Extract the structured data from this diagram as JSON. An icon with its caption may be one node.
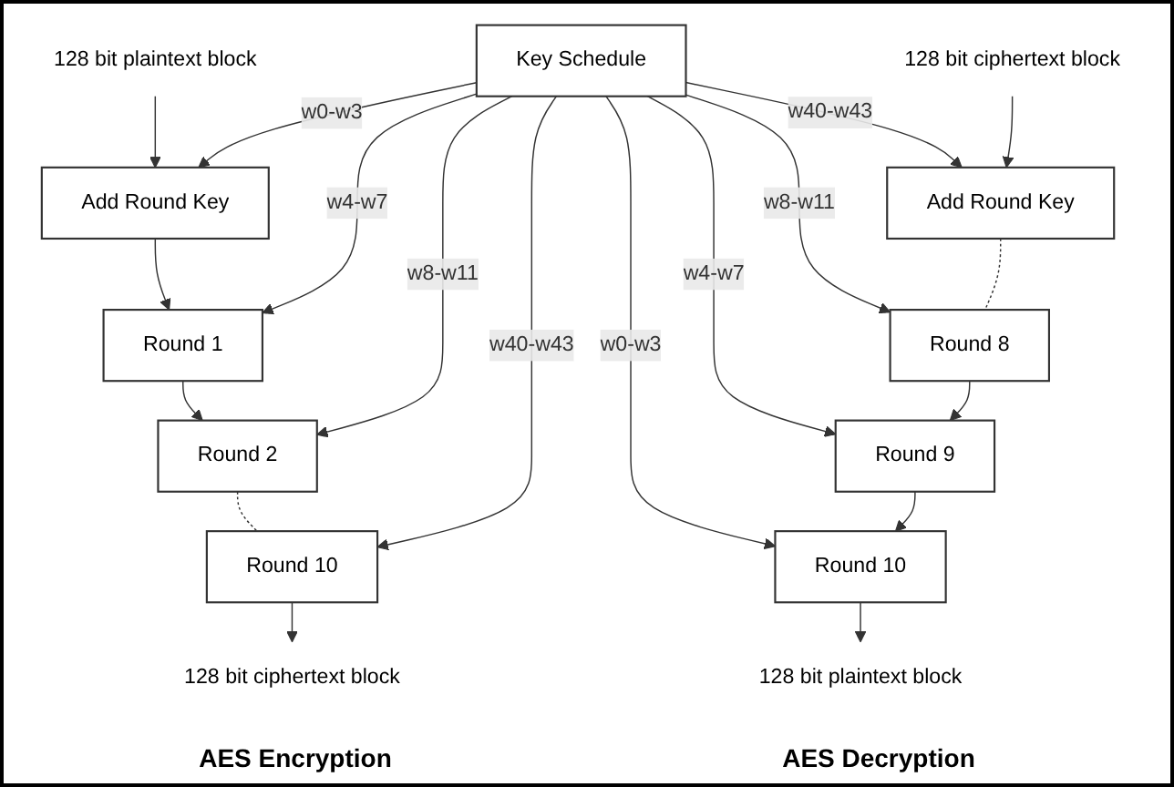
{
  "diagram": {
    "nodes": [
      {
        "text": [
          "128 bit plaintext block"
        ]
      },
      {
        "text": [
          "Add Round Key"
        ]
      },
      {
        "text": [
          "Round 1"
        ]
      },
      {
        "text": [
          "Round 2"
        ]
      },
      {
        "text": [
          "Round 10"
        ]
      },
      {
        "text": [
          "128 bit ciphertext block"
        ]
      },
      {
        "text": [
          "Key Schedule"
        ]
      },
      {
        "text": [
          "128 bit plaintext block"
        ]
      },
      {
        "text": [
          "Round 10"
        ]
      },
      {
        "text": [
          "Round 9"
        ]
      },
      {
        "text": [
          "Round 8"
        ]
      },
      {
        "text": [
          "Add Round Key"
        ]
      },
      {
        "text": [
          "128 bit ciphertext block"
        ]
      }
    ],
    "edges": [
      {
        "from": 0,
        "to": 1,
        "arrow": "to"
      },
      {
        "from": 1,
        "to": 2,
        "arrow": "to"
      },
      {
        "from": 2,
        "to": 3,
        "arrow": "to"
      },
      {
        "from": 3,
        "to": 4,
        "arrow": "none",
        "style": "dashed"
      },
      {
        "from": 4,
        "to": 5,
        "arrow": "to"
      },
      {
        "from": 6,
        "to": 1,
        "arrow": "to",
        "label": "w0-w3"
      },
      {
        "from": 6,
        "to": 2,
        "arrow": "to",
        "label": "w4-w7"
      },
      {
        "from": 6,
        "to": 3,
        "arrow": "to",
        "label": "w8-w11"
      },
      {
        "from": 6,
        "to": 4,
        "arrow": "to",
        "label": "w40-w43"
      },
      {
        "from": 6,
        "to": 8,
        "arrow": "to",
        "label": "w0-w3"
      },
      {
        "from": 6,
        "to": 9,
        "arrow": "to",
        "label": "w4-w7"
      },
      {
        "from": 6,
        "to": 10,
        "arrow": "to",
        "label": "w8-w11"
      },
      {
        "from": 6,
        "to": 11,
        "arrow": "to",
        "label": "w40-w43"
      },
      {
        "from": 12,
        "to": 11,
        "arrow": "to"
      },
      {
        "from": 11,
        "to": 10,
        "arrow": "none",
        "style": "dashed"
      },
      {
        "from": 10,
        "to": 9,
        "arrow": "to"
      },
      {
        "from": 9,
        "to": 8,
        "arrow": "to"
      },
      {
        "from": 8,
        "to": 7,
        "arrow": "to"
      }
    ],
    "labels": [
      "AES Encryption",
      "AES Decryption"
    ]
  }
}
